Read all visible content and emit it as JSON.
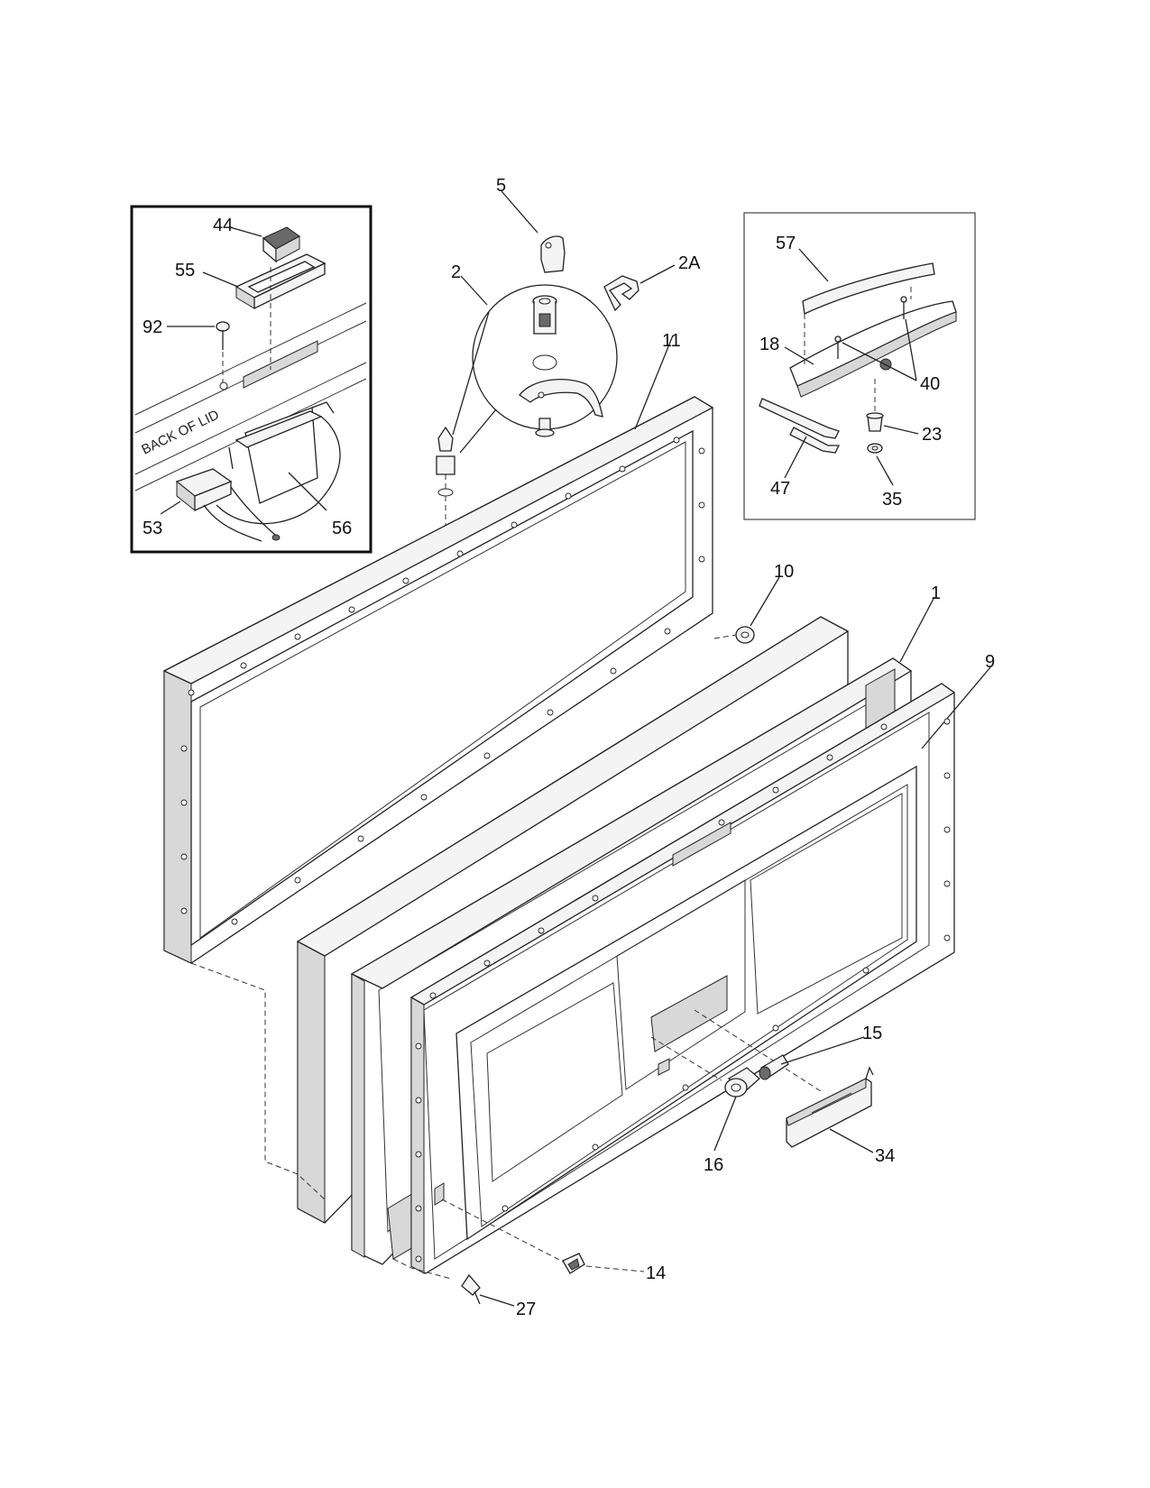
{
  "inset_left": {
    "back_of_lid": "BACK OF LID"
  },
  "callouts": [
    {
      "id": "c5",
      "text": "5"
    },
    {
      "id": "c2A",
      "text": "2A"
    },
    {
      "id": "c2",
      "text": "2"
    },
    {
      "id": "c11",
      "text": "11"
    },
    {
      "id": "c44",
      "text": "44"
    },
    {
      "id": "c55",
      "text": "55"
    },
    {
      "id": "c92",
      "text": "92"
    },
    {
      "id": "c53",
      "text": "53"
    },
    {
      "id": "c56",
      "text": "56"
    },
    {
      "id": "c57",
      "text": "57"
    },
    {
      "id": "c18",
      "text": "18"
    },
    {
      "id": "c40",
      "text": "40"
    },
    {
      "id": "c23",
      "text": "23"
    },
    {
      "id": "c47",
      "text": "47"
    },
    {
      "id": "c35",
      "text": "35"
    },
    {
      "id": "c10",
      "text": "10"
    },
    {
      "id": "c1",
      "text": "1"
    },
    {
      "id": "c9",
      "text": "9"
    },
    {
      "id": "c15",
      "text": "15"
    },
    {
      "id": "c16",
      "text": "16"
    },
    {
      "id": "c34",
      "text": "34"
    },
    {
      "id": "c14",
      "text": "14"
    },
    {
      "id": "c27",
      "text": "27"
    }
  ]
}
